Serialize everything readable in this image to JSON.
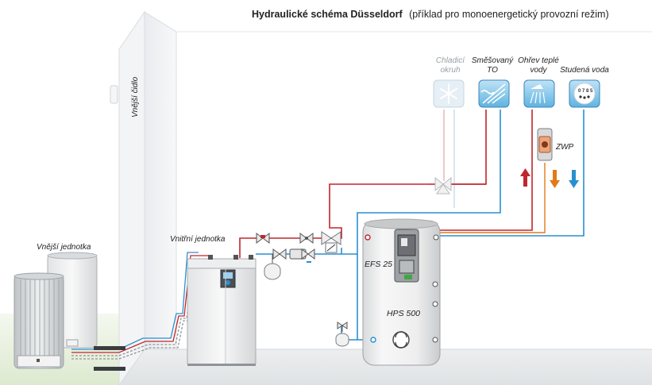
{
  "title": {
    "bold": "Hydraulické schéma Düsseldorf",
    "rest": "(příklad pro monoenergetický provozní režim)"
  },
  "labels": {
    "outdoor_sensor": "Vnější čidlo",
    "outdoor_unit": "Vnější jednotka",
    "indoor_unit": "Vnitřní jednotka",
    "efs": "EFS 25",
    "hps": "HPS 500",
    "zwp": "ZWP"
  },
  "circuits": [
    {
      "line1": "Chladicí",
      "line2": "okruh",
      "icon": "snowflake-icon",
      "active": false
    },
    {
      "line1": "Směšovaný",
      "line2": "TO",
      "icon": "radiator-heating-icon",
      "active": true
    },
    {
      "line1": "Ohřev teplé",
      "line2": "vody",
      "icon": "shower-icon",
      "active": true
    },
    {
      "line1": "Studená voda",
      "line2": "",
      "icon": "water-meter-icon",
      "active": true
    }
  ],
  "colors": {
    "flow_red": "#c0262d",
    "return_blue": "#2a8fd0",
    "circulation_orange": "#e07b1a",
    "inactive": "#c9d6e0"
  }
}
